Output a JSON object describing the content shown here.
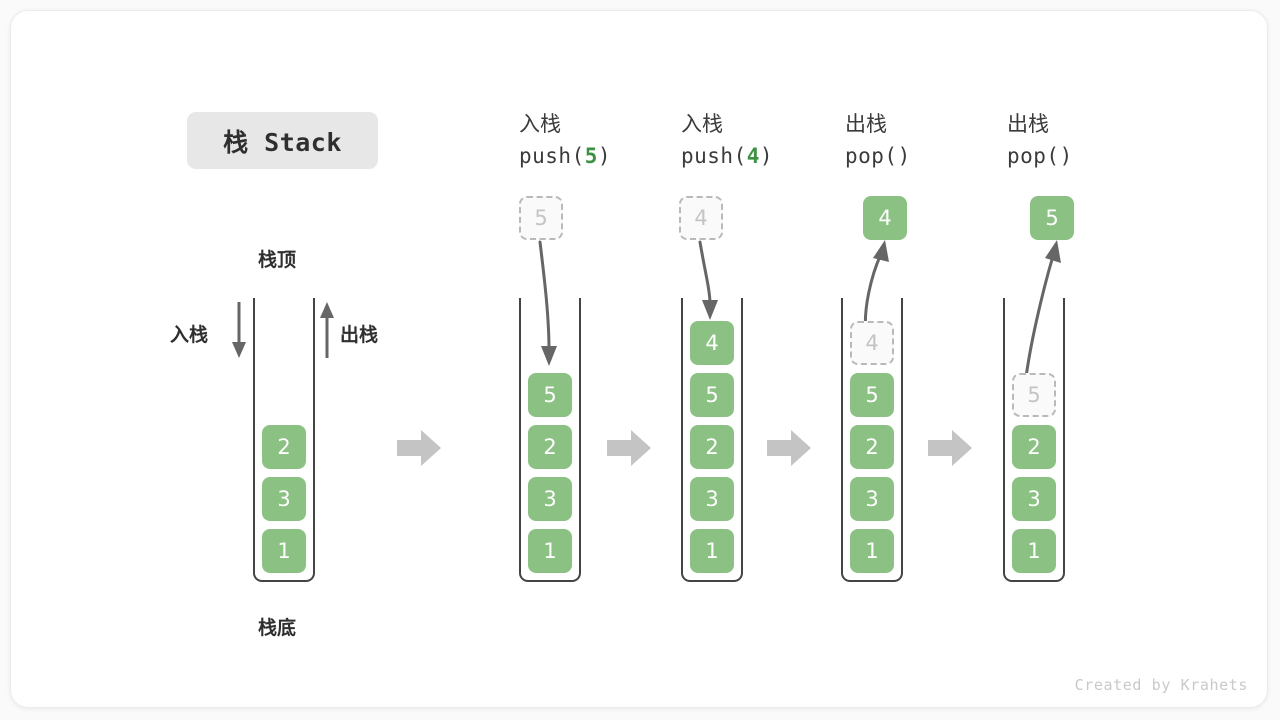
{
  "title_badge": {
    "label": "栈 Stack"
  },
  "watermark": {
    "text": "Created by Krahets"
  },
  "colors": {
    "item_fill": "#8bc183",
    "item_text": "#ffffff",
    "ghost_fill": "#fafafa",
    "ghost_border": "#b9b9b9",
    "ghost_text": "#c4c4c4",
    "arrow_gray": "#666666",
    "chevron_gray": "#c4c4c4",
    "accent_green": "#3e9142",
    "badge_bg": "#e7e7e7",
    "card_bg": "#ffffff",
    "page_bg": "#fafafa"
  },
  "overview": {
    "top_label": "栈顶",
    "bottom_label": "栈底",
    "push_label": "入栈",
    "pop_label": "出栈",
    "items": [
      "2",
      "3",
      "1"
    ]
  },
  "steps": [
    {
      "id": "push-5",
      "head_cn": "入栈",
      "head_code_prefix": "push(",
      "head_code_arg": "5",
      "head_code_suffix": ")",
      "incoming_value": "5",
      "arrow_direction": "down",
      "items": [
        "5",
        "2",
        "3",
        "1"
      ],
      "ghost_index": -1
    },
    {
      "id": "push-4",
      "head_cn": "入栈",
      "head_code_prefix": "push(",
      "head_code_arg": "4",
      "head_code_suffix": ")",
      "incoming_value": "4",
      "arrow_direction": "down",
      "items": [
        "4",
        "5",
        "2",
        "3",
        "1"
      ],
      "ghost_index": -1
    },
    {
      "id": "pop-1",
      "head_cn": "出栈",
      "head_code_prefix": "pop(",
      "head_code_arg": "",
      "head_code_suffix": ")",
      "outgoing_value": "4",
      "arrow_direction": "up",
      "items": [
        "4",
        "5",
        "2",
        "3",
        "1"
      ],
      "ghost_index": 0
    },
    {
      "id": "pop-2",
      "head_cn": "出栈",
      "head_code_prefix": "pop(",
      "head_code_arg": "",
      "head_code_suffix": ")",
      "outgoing_value": "5",
      "arrow_direction": "up",
      "items": [
        "5",
        "2",
        "3",
        "1"
      ],
      "ghost_index": 0
    }
  ],
  "transitions": [
    "chevron-right",
    "chevron-right",
    "chevron-right",
    "chevron-right"
  ]
}
